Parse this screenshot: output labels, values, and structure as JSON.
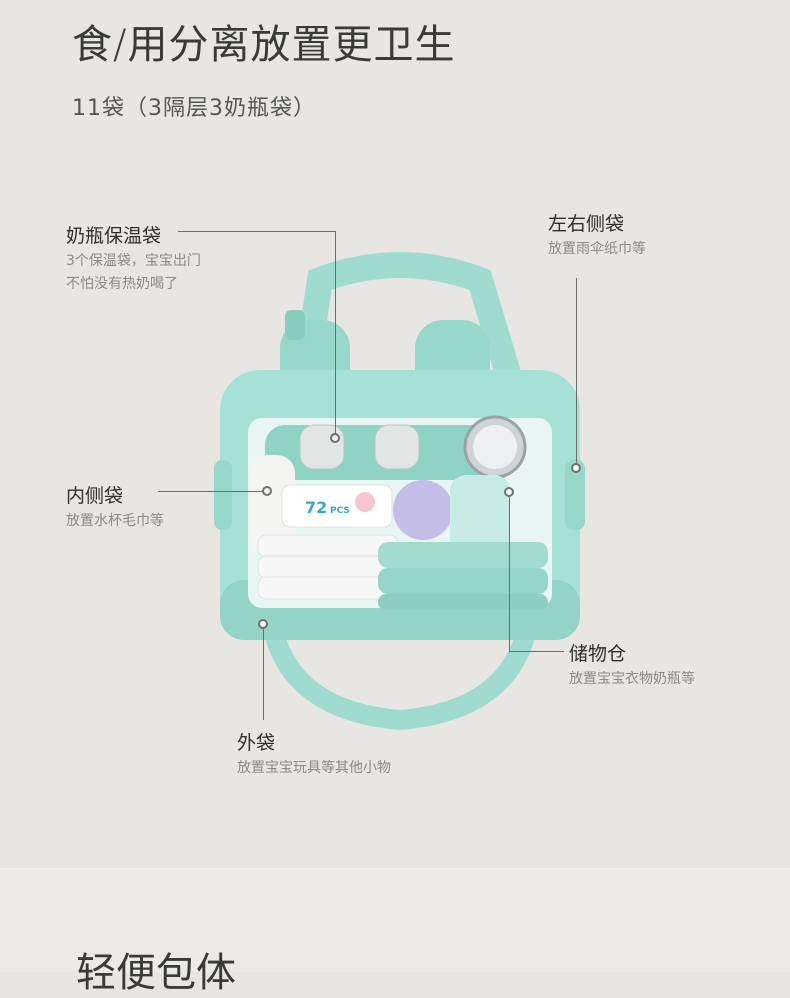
{
  "header": {
    "title": "食/用分离放置更卫生",
    "subtitle": "11袋（3隔层3奶瓶袋）"
  },
  "labels": {
    "bottle_bag": {
      "title": "奶瓶保温袋",
      "desc_line1": "3个保温袋，宝宝出门",
      "desc_line2": "不怕没有热奶喝了"
    },
    "side_bag": {
      "title": "左右侧袋",
      "desc": "放置雨伞纸巾等"
    },
    "inner_bag": {
      "title": "内侧袋",
      "desc": "放置水杯毛巾等"
    },
    "storage": {
      "title": "储物仓",
      "desc": "放置宝宝衣物奶瓶等"
    },
    "outer_bag": {
      "title": "外袋",
      "desc": "放置宝宝玩具等其他小物"
    }
  },
  "product": {
    "wipes_count": "72",
    "wipes_unit": "PCS"
  },
  "next_section": {
    "title": "轻便包体"
  },
  "colors": {
    "bag": "#a6e1d6",
    "bag_dark": "#7ccabd",
    "leader": "#6b6b6b"
  }
}
